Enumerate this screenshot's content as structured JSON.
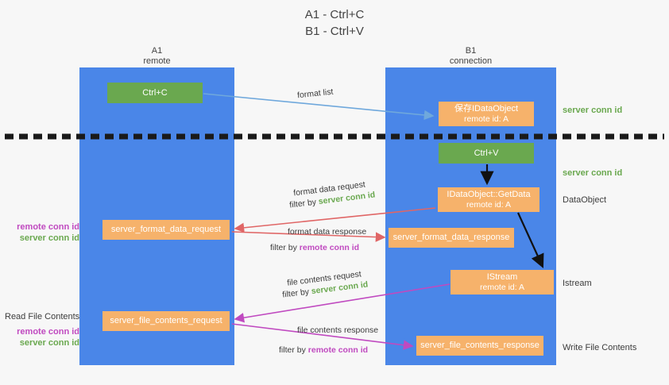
{
  "title": {
    "line1": "A1 - Ctrl+C",
    "line2": "B1 - Ctrl+V"
  },
  "lanes": [
    {
      "id": "a1",
      "name": "A1",
      "subtitle": "remote",
      "color": "#4a86e8"
    },
    {
      "id": "b1",
      "name": "B1",
      "subtitle": "connection",
      "color": "#4a86e8"
    }
  ],
  "nodes": {
    "ctrl_c": {
      "label": "Ctrl+C",
      "color": "#6aa84f"
    },
    "save_idataobject": {
      "label": "保存IDataObject",
      "sub": "remote id: A",
      "color": "#f6b26b"
    },
    "ctrl_v": {
      "label": "Ctrl+V",
      "color": "#6aa84f"
    },
    "get_data": {
      "label": "IDataObject::GetData",
      "sub": "remote id: A",
      "color": "#f6b26b"
    },
    "format_data_request": {
      "label": "server_format_data_request",
      "color": "#f6b26b"
    },
    "format_data_response": {
      "label": "server_format_data_response",
      "color": "#f6b26b"
    },
    "istream": {
      "label": "IStream",
      "sub": "remote id: A",
      "color": "#f6b26b"
    },
    "file_contents_request": {
      "label": "server_file_contents_request",
      "color": "#f6b26b"
    },
    "file_contents_response": {
      "label": "server_file_contents_response",
      "color": "#f6b26b"
    }
  },
  "edge_labels": {
    "format_list": "format list",
    "format_data_request": "format data request",
    "format_data_request_filter_prefix": "filter by ",
    "format_data_request_filter_key": "server conn id",
    "format_data_response": "format data response",
    "format_data_response_filter_prefix": "filter by ",
    "format_data_response_filter_key": "remote conn id",
    "file_contents_request": "file contents request",
    "file_contents_request_filter_prefix": "filter by ",
    "file_contents_request_filter_key": "server conn id",
    "file_contents_response": "file contents response",
    "file_contents_response_filter_prefix": "filter by ",
    "file_contents_response_filter_key": "remote conn id"
  },
  "annotations": {
    "right": [
      {
        "text": "server conn id",
        "kind": "server"
      },
      {
        "text": "server conn id",
        "kind": "server"
      },
      {
        "text": "DataObject",
        "kind": "plain"
      },
      {
        "text": "Istream",
        "kind": "plain"
      },
      {
        "text": "Write File Contents",
        "kind": "plain"
      }
    ],
    "left": {
      "remote_conn_id": "remote conn id",
      "server_conn_id": "server conn id",
      "read_file_contents": "Read File Contents"
    }
  },
  "colors": {
    "lane": "#4a86e8",
    "green_node": "#6aa84f",
    "orange_node": "#f6b26b",
    "server_conn_id": "#6aa84f",
    "remote_conn_id": "#c04ac0",
    "arrow_blue": "#6fa8dc",
    "arrow_red": "#e06666",
    "arrow_magenta": "#c04ac0",
    "arrow_black": "#000000",
    "divider": "#1a1a1a",
    "background": "#f7f7f7"
  }
}
